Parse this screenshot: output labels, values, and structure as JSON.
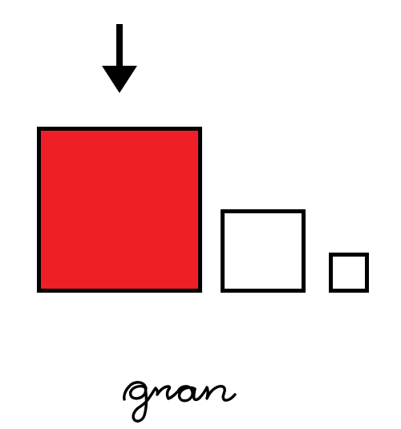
{
  "word": {
    "text": "gran"
  },
  "squares": [
    {
      "size": "large",
      "highlighted": true
    },
    {
      "size": "medium",
      "highlighted": false
    },
    {
      "size": "small",
      "highlighted": false
    }
  ],
  "pointer": {
    "icon": "arrow-down-icon",
    "target": "large"
  },
  "colors": {
    "highlight": "#ee1f26",
    "outline": "#000000",
    "background": "#ffffff"
  }
}
